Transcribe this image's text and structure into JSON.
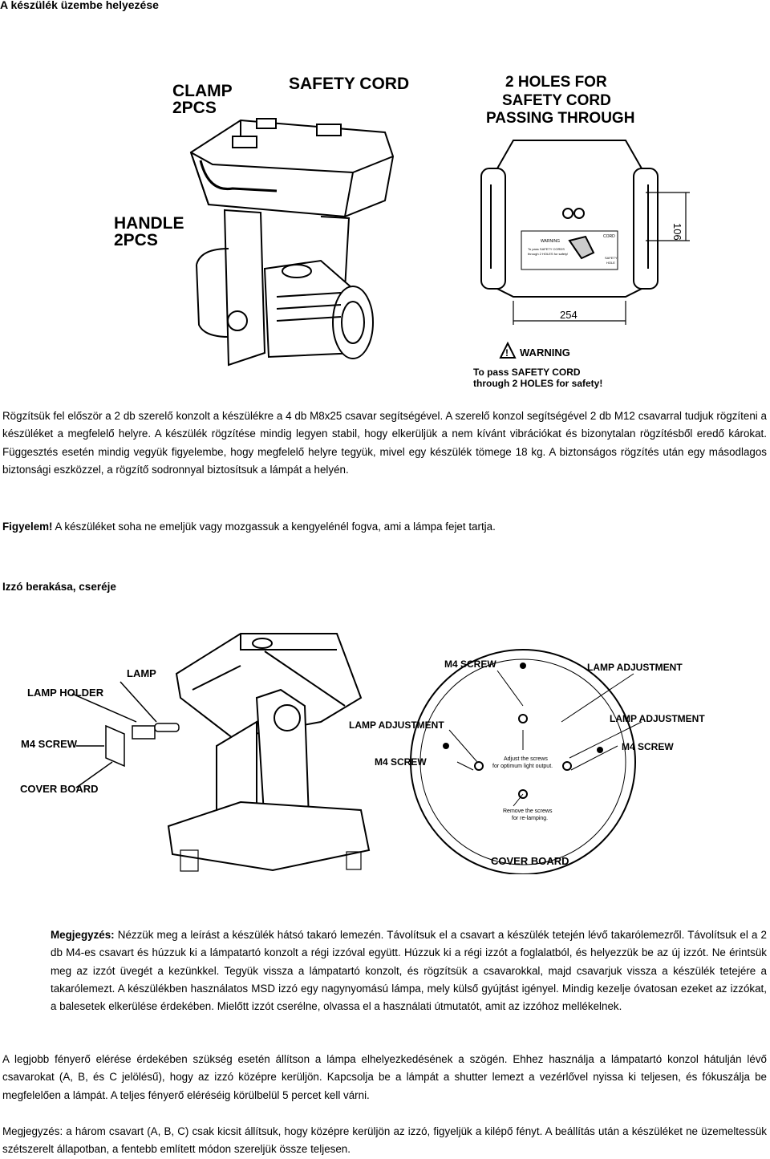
{
  "section1_title": "A készülék üzembe helyezése",
  "figure1": {
    "clamp_label": [
      "CLAMP",
      "2PCS"
    ],
    "safety_cord_label": "SAFETY CORD",
    "handle_label": [
      "HANDLE",
      "2PCS"
    ],
    "holes_label": [
      "2 HOLES FOR",
      "SAFETY CORD",
      "PASSING THROUGH"
    ],
    "dim_106": "106",
    "dim_254": "254",
    "warning_title": "WARNING",
    "warning_text": [
      "To pass  SAFETY CORD",
      "through 2 HOLES for safety!"
    ],
    "small_warning": [
      "WARNING",
      "To pass  SAFETY CORDS",
      "through 2 HOLES for safety!"
    ],
    "small_cord": "CORD",
    "small_safety_hole": [
      "SAFETY",
      "HOLE"
    ]
  },
  "para1": "Rögzítsük fel először a 2 db szerelő konzolt a készülékre a 4 db M8x25 csavar segítségével. A szerelő konzol segítségével 2 db M12 csavarral tudjuk rögzíteni a készüléket a megfelelő helyre. A készülék rögzítése mindig legyen stabil, hogy elkerüljük a nem kívánt vibrációkat és bizonytalan rögzítésből eredő károkat. Függesztés esetén mindig vegyük figyelembe, hogy megfelelő helyre tegyük, mivel egy készülék tömege 18 kg. A biztonságos rögzítés után egy másodlagos biztonsági eszközzel, a rögzítő sodronnyal biztosítsuk a lámpát a helyén.",
  "warning_para": {
    "label": "Figyelem!",
    "text": " A készüléket soha ne emeljük vagy mozgassuk a kengyelénél fogva, ami a lámpa fejet tartja."
  },
  "section2_title": "Izzó berakása, cseréje",
  "figure2": {
    "lamp": "LAMP",
    "lamp_holder": "LAMP HOLDER",
    "m4_screw": "M4 SCREW",
    "cover_board": "COVER BOARD",
    "lamp_adjustment": "LAMP ADJUSTMENT",
    "adjust_note": [
      "Adjust the screws",
      "for optimum light output."
    ],
    "remove_note": [
      "Remove the screws",
      "for re-lamping."
    ]
  },
  "note1": {
    "label": "Megjegyzés:",
    "text": " Nézzük meg a leírást a készülék hátsó takaró lemezén. Távolítsuk el a csavart a készülék tetején lévő takarólemezről. Távolítsuk el a 2 db M4-es csavart és húzzuk ki a lámpatartó konzolt a régi izzóval együtt. Húzzuk ki a régi izzót a foglalatból, és helyezzük be az új izzót. Ne érintsük meg az izzót üvegét a kezünkkel. Tegyük vissza a lámpatartó konzolt, és rögzítsük a csavarokkal, majd csavarjuk vissza a készülék tetejére a takarólemezt. A készülékben használatos MSD izzó egy nagynyomású lámpa, mely külső gyújtást igényel. Mindig kezelje óvatosan ezeket az izzókat, a balesetek elkerülése érdekében. Mielőtt izzót cserélne, olvassa el a használati útmutatót, amit az izzóhoz mellékelnek."
  },
  "para2": "A legjobb fényerő elérése érdekében szükség esetén állítson a lámpa elhelyezkedésének a szögén. Ehhez használja a lámpatartó konzol hátulján lévő csavarokat (A, B, és C jelölésű), hogy az izzó középre kerüljön. Kapcsolja be a lámpát a shutter lemezt a vezérlővel nyissa ki teljesen, és fókuszálja be megfelelően a lámpát. A teljes fényerő eléréséig körülbelül 5 percet kell várni.",
  "note2": "Megjegyzés: a három csavart (A, B, C) csak kicsit állítsuk, hogy középre kerüljön az izzó, figyeljük a kilépő fényt. A beállítás után a készüléket ne üzemeltessük szétszerelt állapotban, a fentebb említett módon szereljük össze teljesen."
}
